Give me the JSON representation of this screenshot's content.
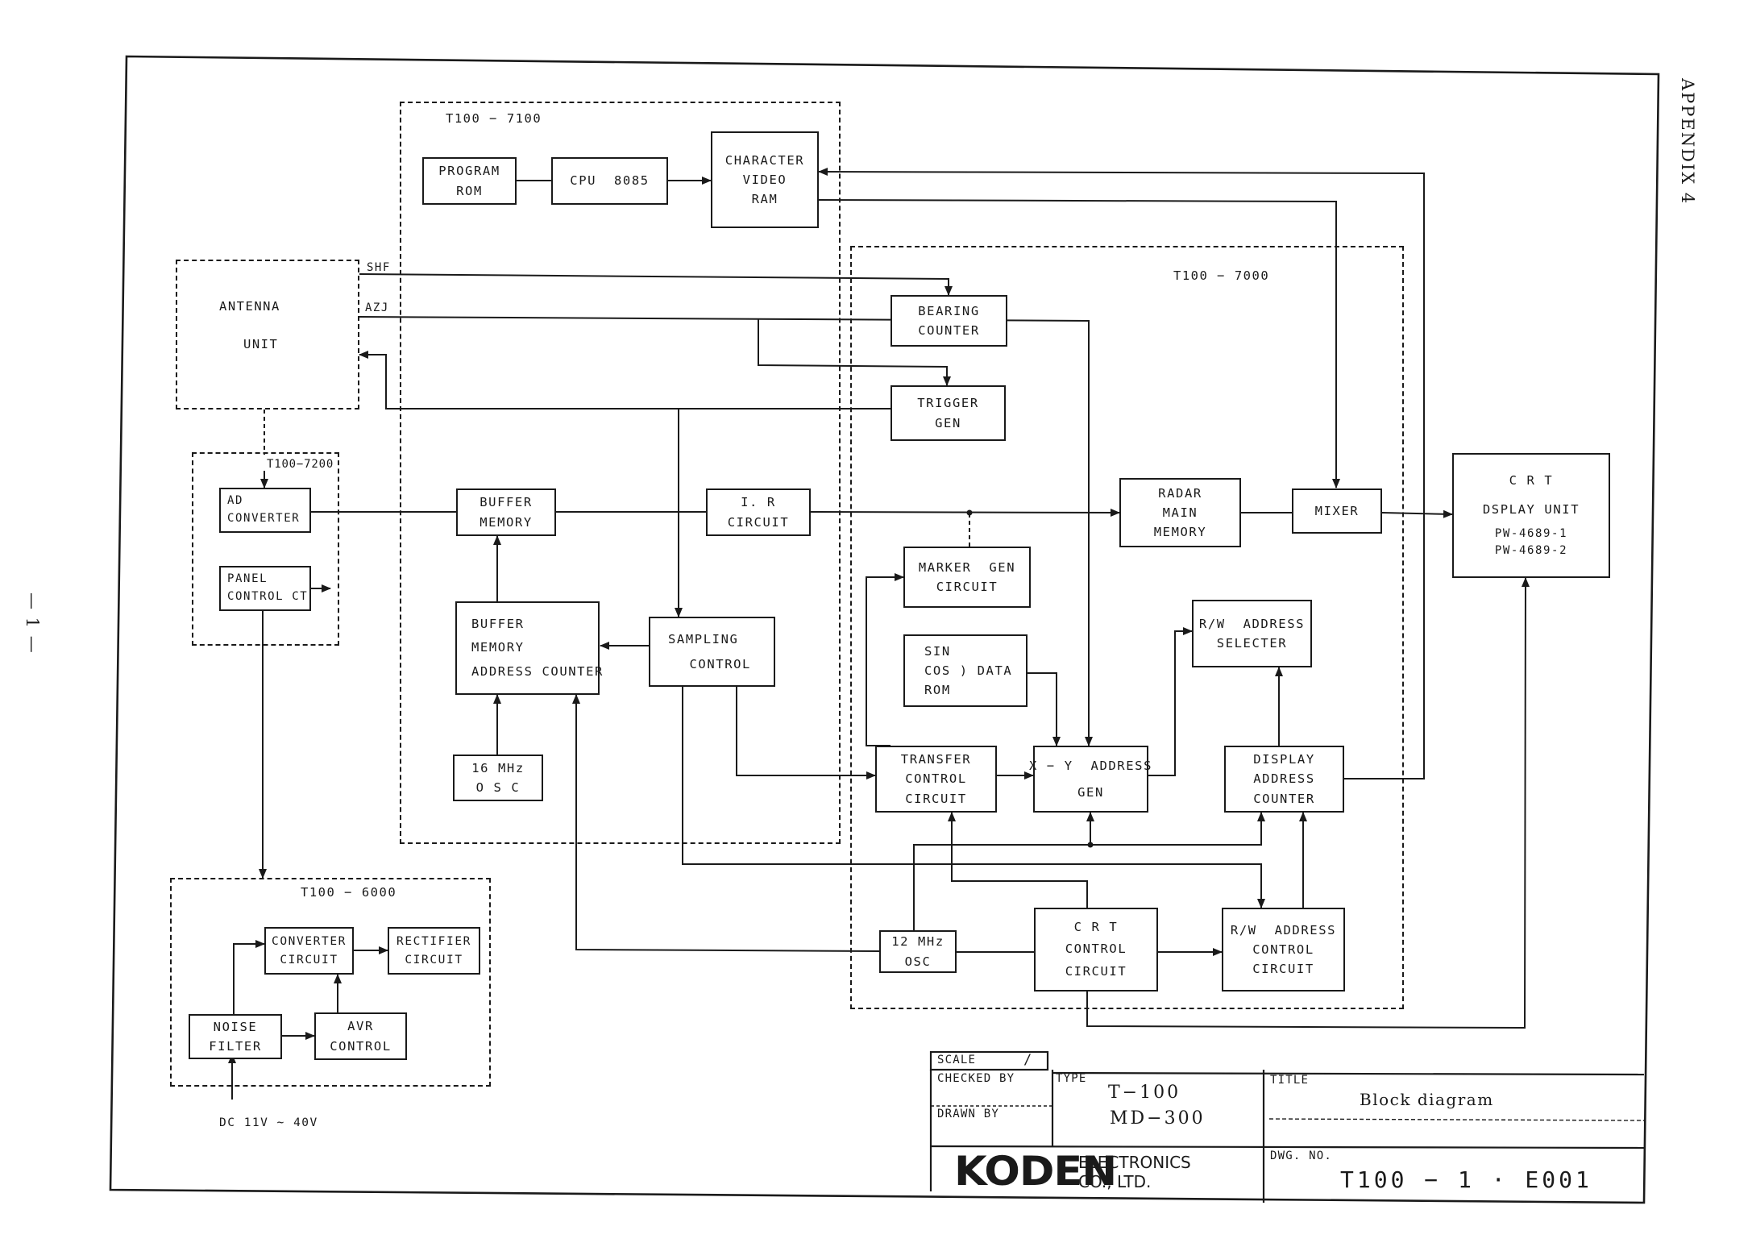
{
  "appendix_label": "APPENDIX 4",
  "page_number": "— 1 —",
  "groups": {
    "t7100": "T100 − 7100",
    "t7000": "T100 − 7000",
    "t7200": "T100−7200",
    "t6000": "T100 − 6000"
  },
  "blocks": {
    "program_rom": [
      "PROGRAM",
      "ROM"
    ],
    "cpu": [
      "CPU  8085"
    ],
    "char_ram": [
      "CHARACTER",
      "VIDEO",
      "RAM"
    ],
    "antenna": [
      "ANTENNA",
      "",
      "UNIT"
    ],
    "bearing_counter": [
      "BEARING",
      "COUNTER"
    ],
    "trigger_gen": [
      "TRIGGER",
      "GEN"
    ],
    "ad_converter": [
      "AD",
      "CONVERTER"
    ],
    "panel_control": [
      "PANEL",
      "CONTROL CT"
    ],
    "buffer_memory": [
      "BUFFER",
      "MEMORY"
    ],
    "ir_circuit": [
      "I. R",
      "CIRCUIT"
    ],
    "radar_main_memory": [
      "RADAR",
      "MAIN",
      "MEMORY"
    ],
    "mixer": [
      "MIXER"
    ],
    "crt_display": [
      "C R T",
      "DSPLAY UNIT",
      "PW-4689-1",
      "PW-4689-2"
    ],
    "marker_gen": [
      "MARKER  GEN",
      "CIRCUIT"
    ],
    "rw_address_selecter": [
      "R/W  ADDRESS",
      "SELECTER"
    ],
    "buffer_addr_counter": [
      "BUFFER",
      "MEMORY",
      "ADDRESS COUNTER"
    ],
    "sampling_control": [
      "SAMPLING",
      "CONTROL"
    ],
    "sincos_rom": [
      "SIN",
      "COS ) DATA",
      "ROM"
    ],
    "osc16": [
      "16 MHz",
      "O S C"
    ],
    "transfer_control": [
      "TRANSFER",
      "CONTROL",
      "CIRCUIT"
    ],
    "xy_address_gen": [
      "X − Y  ADDRESS",
      "GEN"
    ],
    "display_address_counter": [
      "DISPLAY",
      "ADDRESS",
      "COUNTER"
    ],
    "osc12": [
      "12 MHz",
      "OSC"
    ],
    "crt_control": [
      "C R T",
      "CONTROL",
      "CIRCUIT"
    ],
    "rw_address_control": [
      "R/W  ADDRESS",
      "CONTROL",
      "CIRCUIT"
    ],
    "converter_circuit": [
      "CONVERTER",
      "CIRCUIT"
    ],
    "rectifier_circuit": [
      "RECTIFIER",
      "CIRCUIT"
    ],
    "noise_filter": [
      "NOISE",
      "FILTER"
    ],
    "avr_control": [
      "AVR",
      "CONTROL"
    ]
  },
  "signals": {
    "shf": "SHF",
    "azj": "AZJ",
    "dc_input": "DC 11V ∼ 40V"
  },
  "title_block": {
    "scale_label": "SCALE",
    "scale_value": "/",
    "checked_by_label": "CHECKED BY",
    "drawn_by_label": "DRAWN BY",
    "type_label": "TYPE",
    "type_values": [
      "T−100",
      "MD−300"
    ],
    "title_label": "TITLE",
    "title_value": "Block diagram",
    "company_logo": "KODEN",
    "company_suffix": [
      "ELECTRONICS",
      "CO., LTD."
    ],
    "dwg_no_label": "DWG. NO.",
    "dwg_no_value": "T100 − 1 · E001"
  }
}
